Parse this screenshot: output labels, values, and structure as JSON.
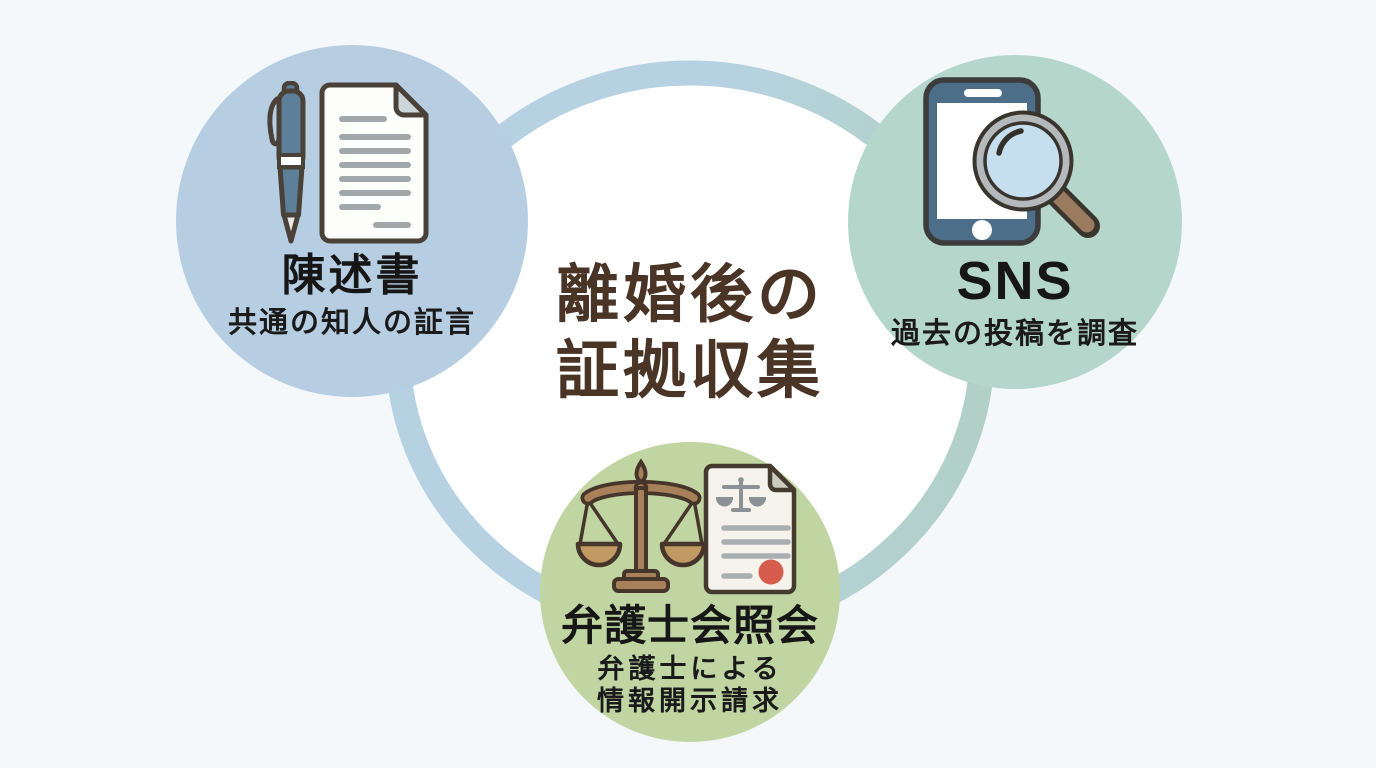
{
  "canvas": {
    "background_color": "#f4f8fb"
  },
  "center": {
    "title_line1": "離婚後の",
    "title_line2": "証拠収集",
    "title_color": "#4a3426",
    "circle_fill": "#ffffff",
    "ring_color_left": "#b6d2e2",
    "ring_color_right": "#b2d0c6"
  },
  "nodes": [
    {
      "id": "statement",
      "title": "陳述書",
      "subtitle": "共通の知人の証言",
      "circle_color": "#b7cee2",
      "icon": "pen-and-document-icon"
    },
    {
      "id": "sns",
      "title": "SNS",
      "subtitle": "過去の投稿を調査",
      "circle_color": "#b5d7cb",
      "icon": "smartphone-magnifier-icon"
    },
    {
      "id": "bar-association-inquiry",
      "title": "弁護士会照会",
      "subtitle_line1": "弁護士による",
      "subtitle_line2": "情報開示請求",
      "circle_color": "#c1d5a3",
      "icon": "scales-and-document-icon"
    }
  ],
  "icon_colors": {
    "outline": "#4a4138",
    "pen_body": "#5d7f99",
    "pen_tip": "#eceae4",
    "document_fill": "#fdfdfb",
    "document_line": "#a2a7aa",
    "fold_fill": "#ccd6da",
    "phone_body": "#4c6e88",
    "phone_screen": "#ffffff",
    "lens_fill": "#c6dfee",
    "rim_fill": "#b4b9bc",
    "handle_fill": "#9b7b5f",
    "scales_fill": "#a8805a",
    "pan_fill": "#c09a62",
    "paper_fill": "#f6f3ec",
    "glyph_gray": "#8b9194",
    "seal_red": "#d65c4e"
  }
}
